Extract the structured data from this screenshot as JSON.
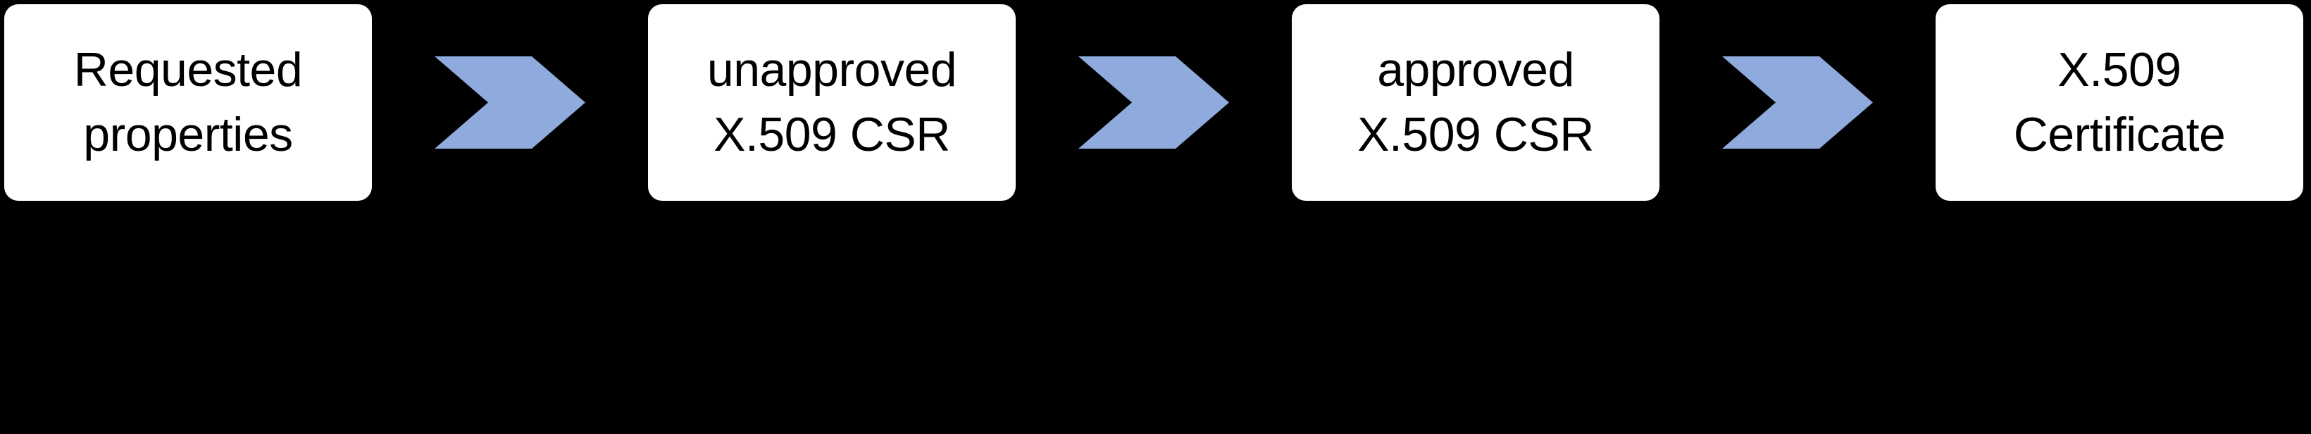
{
  "colors": {
    "background": "#000000",
    "box-fill": "#ffffff",
    "box-text": "#000000",
    "arrow-fill": "#8faadc"
  },
  "diagram": {
    "type": "flowchart",
    "direction": "left-to-right",
    "steps": [
      {
        "label": "Requested\nproperties"
      },
      {
        "label": "unapproved\nX.509 CSR"
      },
      {
        "label": "approved\nX.509 CSR"
      },
      {
        "label": "X.509\nCertificate"
      }
    ]
  }
}
